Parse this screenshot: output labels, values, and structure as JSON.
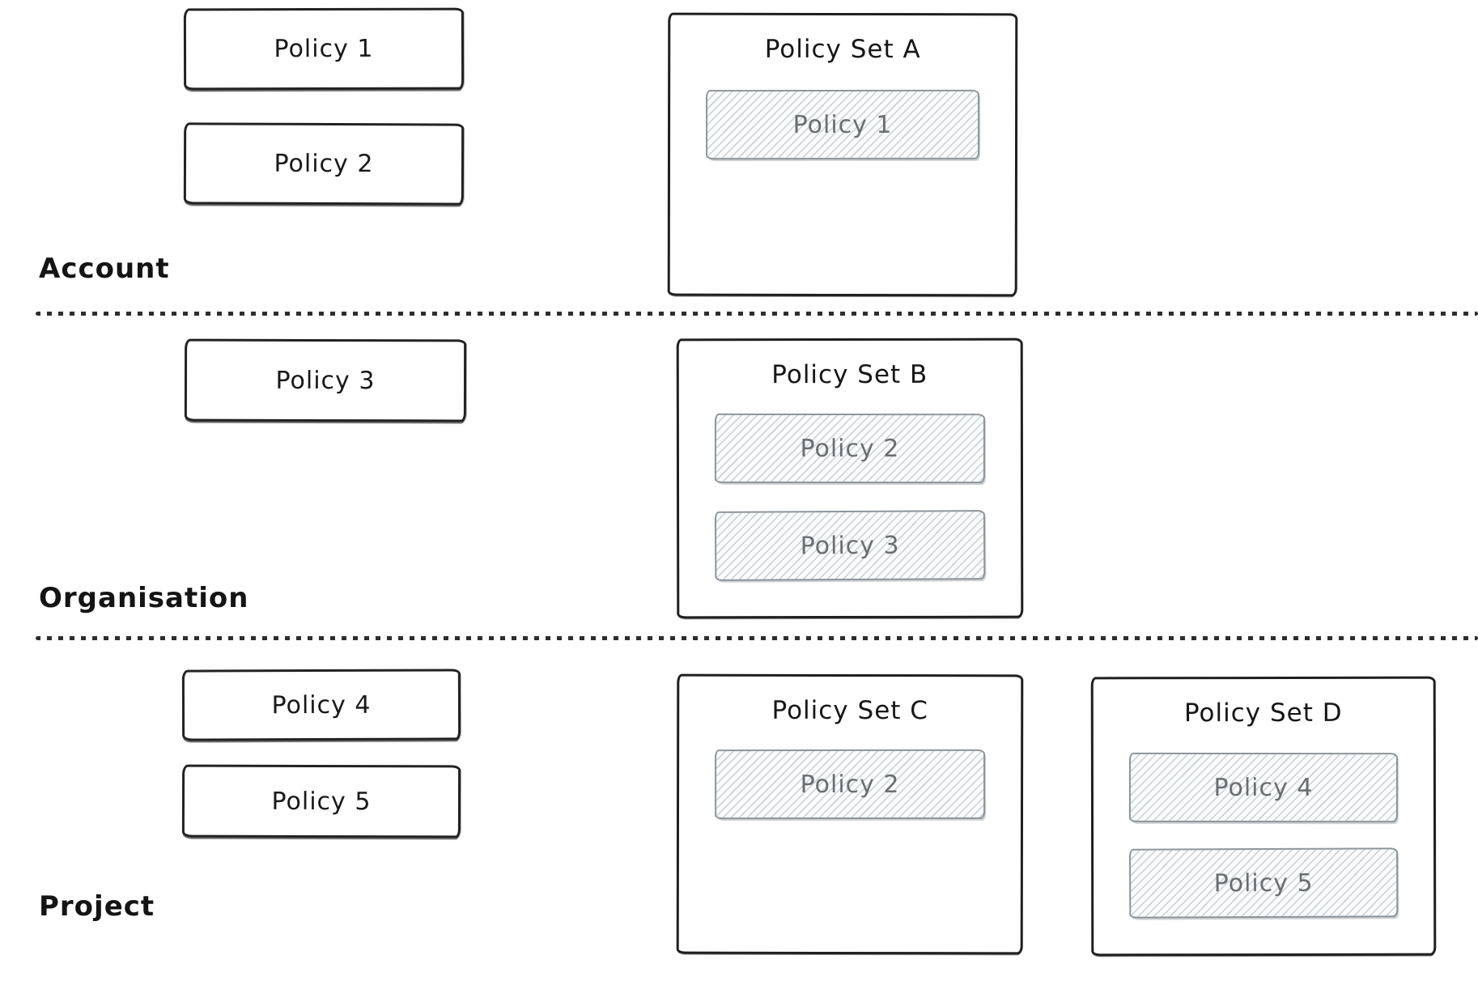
{
  "diagram": {
    "kind": "policy-hierarchy-sketch",
    "colors": {
      "ink": "#1d1d1d",
      "muted_ink": "#6b6e71",
      "hatch_line": "#b0b6bc",
      "hatch_border": "#8e959b",
      "divider_dot": "#2d2d2d",
      "background": "#ffffff"
    },
    "sections": [
      {
        "label": "Account",
        "policies": [
          "Policy 1",
          "Policy 2"
        ],
        "sets": [
          {
            "title": "Policy Set A",
            "members": [
              "Policy 1"
            ]
          }
        ]
      },
      {
        "label": "Organisation",
        "policies": [
          "Policy 3"
        ],
        "sets": [
          {
            "title": "Policy Set B",
            "members": [
              "Policy 2",
              "Policy 3"
            ]
          }
        ]
      },
      {
        "label": "Project",
        "policies": [
          "Policy 4",
          "Policy 5"
        ],
        "sets": [
          {
            "title": "Policy Set C",
            "members": [
              "Policy 2"
            ]
          },
          {
            "title": "Policy Set D",
            "members": [
              "Policy 4",
              "Policy 5"
            ]
          }
        ]
      }
    ]
  }
}
